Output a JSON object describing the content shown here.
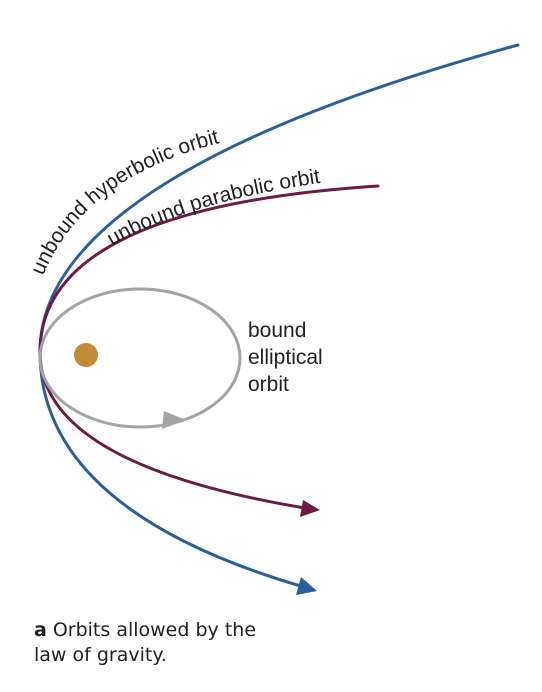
{
  "labels": {
    "hyperbolic": "unbound hyperbolic orbit",
    "parabolic": "unbound parabolic orbit",
    "elliptical_line1": "bound",
    "elliptical_line2": "elliptical",
    "elliptical_line3": "orbit"
  },
  "caption": {
    "letter": "a",
    "text_line1": "Orbits allowed by the",
    "text_line2": "law of gravity."
  },
  "colors": {
    "hyperbolic": "#2a5f9e",
    "parabolic": "#6d1a45",
    "elliptical": "#a3a3a3",
    "body": "#c48a36"
  }
}
